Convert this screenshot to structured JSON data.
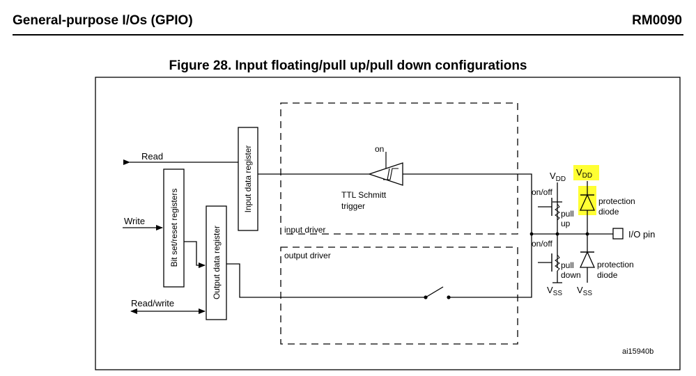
{
  "header": {
    "section_title": "General-purpose I/Os (GPIO)",
    "doc_id": "RM0090"
  },
  "figure": {
    "title": "Figure 28. Input floating/pull up/pull down configurations",
    "reference": "ai15940b"
  },
  "diagram": {
    "signals": {
      "read": "Read",
      "write": "Write",
      "read_write": "Read/write"
    },
    "blocks": {
      "input_data_register": "Input data register",
      "bit_set_reset_registers": "Bit set/reset registers",
      "output_data_register": "Output data register"
    },
    "regions": {
      "input_driver": "input driver",
      "output_driver": "output driver"
    },
    "schmitt": {
      "state": "on",
      "label_line1": "TTL Schmitt",
      "label_line2": "trigger"
    },
    "supply": {
      "v": "V",
      "dd_sub": "DD",
      "ss_sub": "SS"
    },
    "pull": {
      "switch_label": "on/off",
      "pull_up_line1": "pull",
      "pull_up_line2": "up",
      "pull_down_line1": "pull",
      "pull_down_line2": "down"
    },
    "protection": {
      "line1": "protection",
      "line2": "diode"
    },
    "pin_label": "I/O pin",
    "highlight_color": "#ffff33"
  }
}
